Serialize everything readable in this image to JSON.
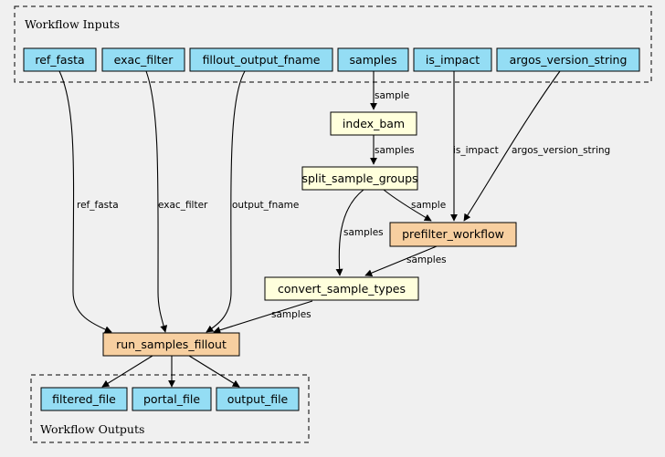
{
  "clusters": {
    "inputs_label": "Workflow Inputs",
    "outputs_label": "Workflow Outputs"
  },
  "inputs": {
    "ref_fasta": "ref_fasta",
    "exac_filter": "exac_filter",
    "fillout_output_fname": "fillout_output_fname",
    "samples": "samples",
    "is_impact": "is_impact",
    "argos_version_string": "argos_version_string"
  },
  "steps": {
    "index_bam": "index_bam",
    "split_sample_groups": "split_sample_groups",
    "prefilter_workflow": "prefilter_workflow",
    "convert_sample_types": "convert_sample_types",
    "run_samples_fillout": "run_samples_fillout"
  },
  "outputs": {
    "filtered_file": "filtered_file",
    "portal_file": "portal_file",
    "output_file": "output_file"
  },
  "edges": {
    "samples_to_index": "sample",
    "index_to_split": "samples",
    "impact_to_prefilter": "is_impact",
    "argos_to_prefilter": "argos_version_string",
    "split_to_prefilter": "sample",
    "split_to_convert": "samples",
    "prefilter_to_convert": "samples",
    "fasta_to_fillout": "ref_fasta",
    "exac_to_fillout": "exac_filter",
    "fname_to_fillout": "output_fname",
    "convert_to_fillout": "samples"
  },
  "colors": {
    "background": "#f0f0f0",
    "io_node": "#94ddf4",
    "step_node": "#ffffdc",
    "subworkflow_node": "#f7cfa0"
  }
}
